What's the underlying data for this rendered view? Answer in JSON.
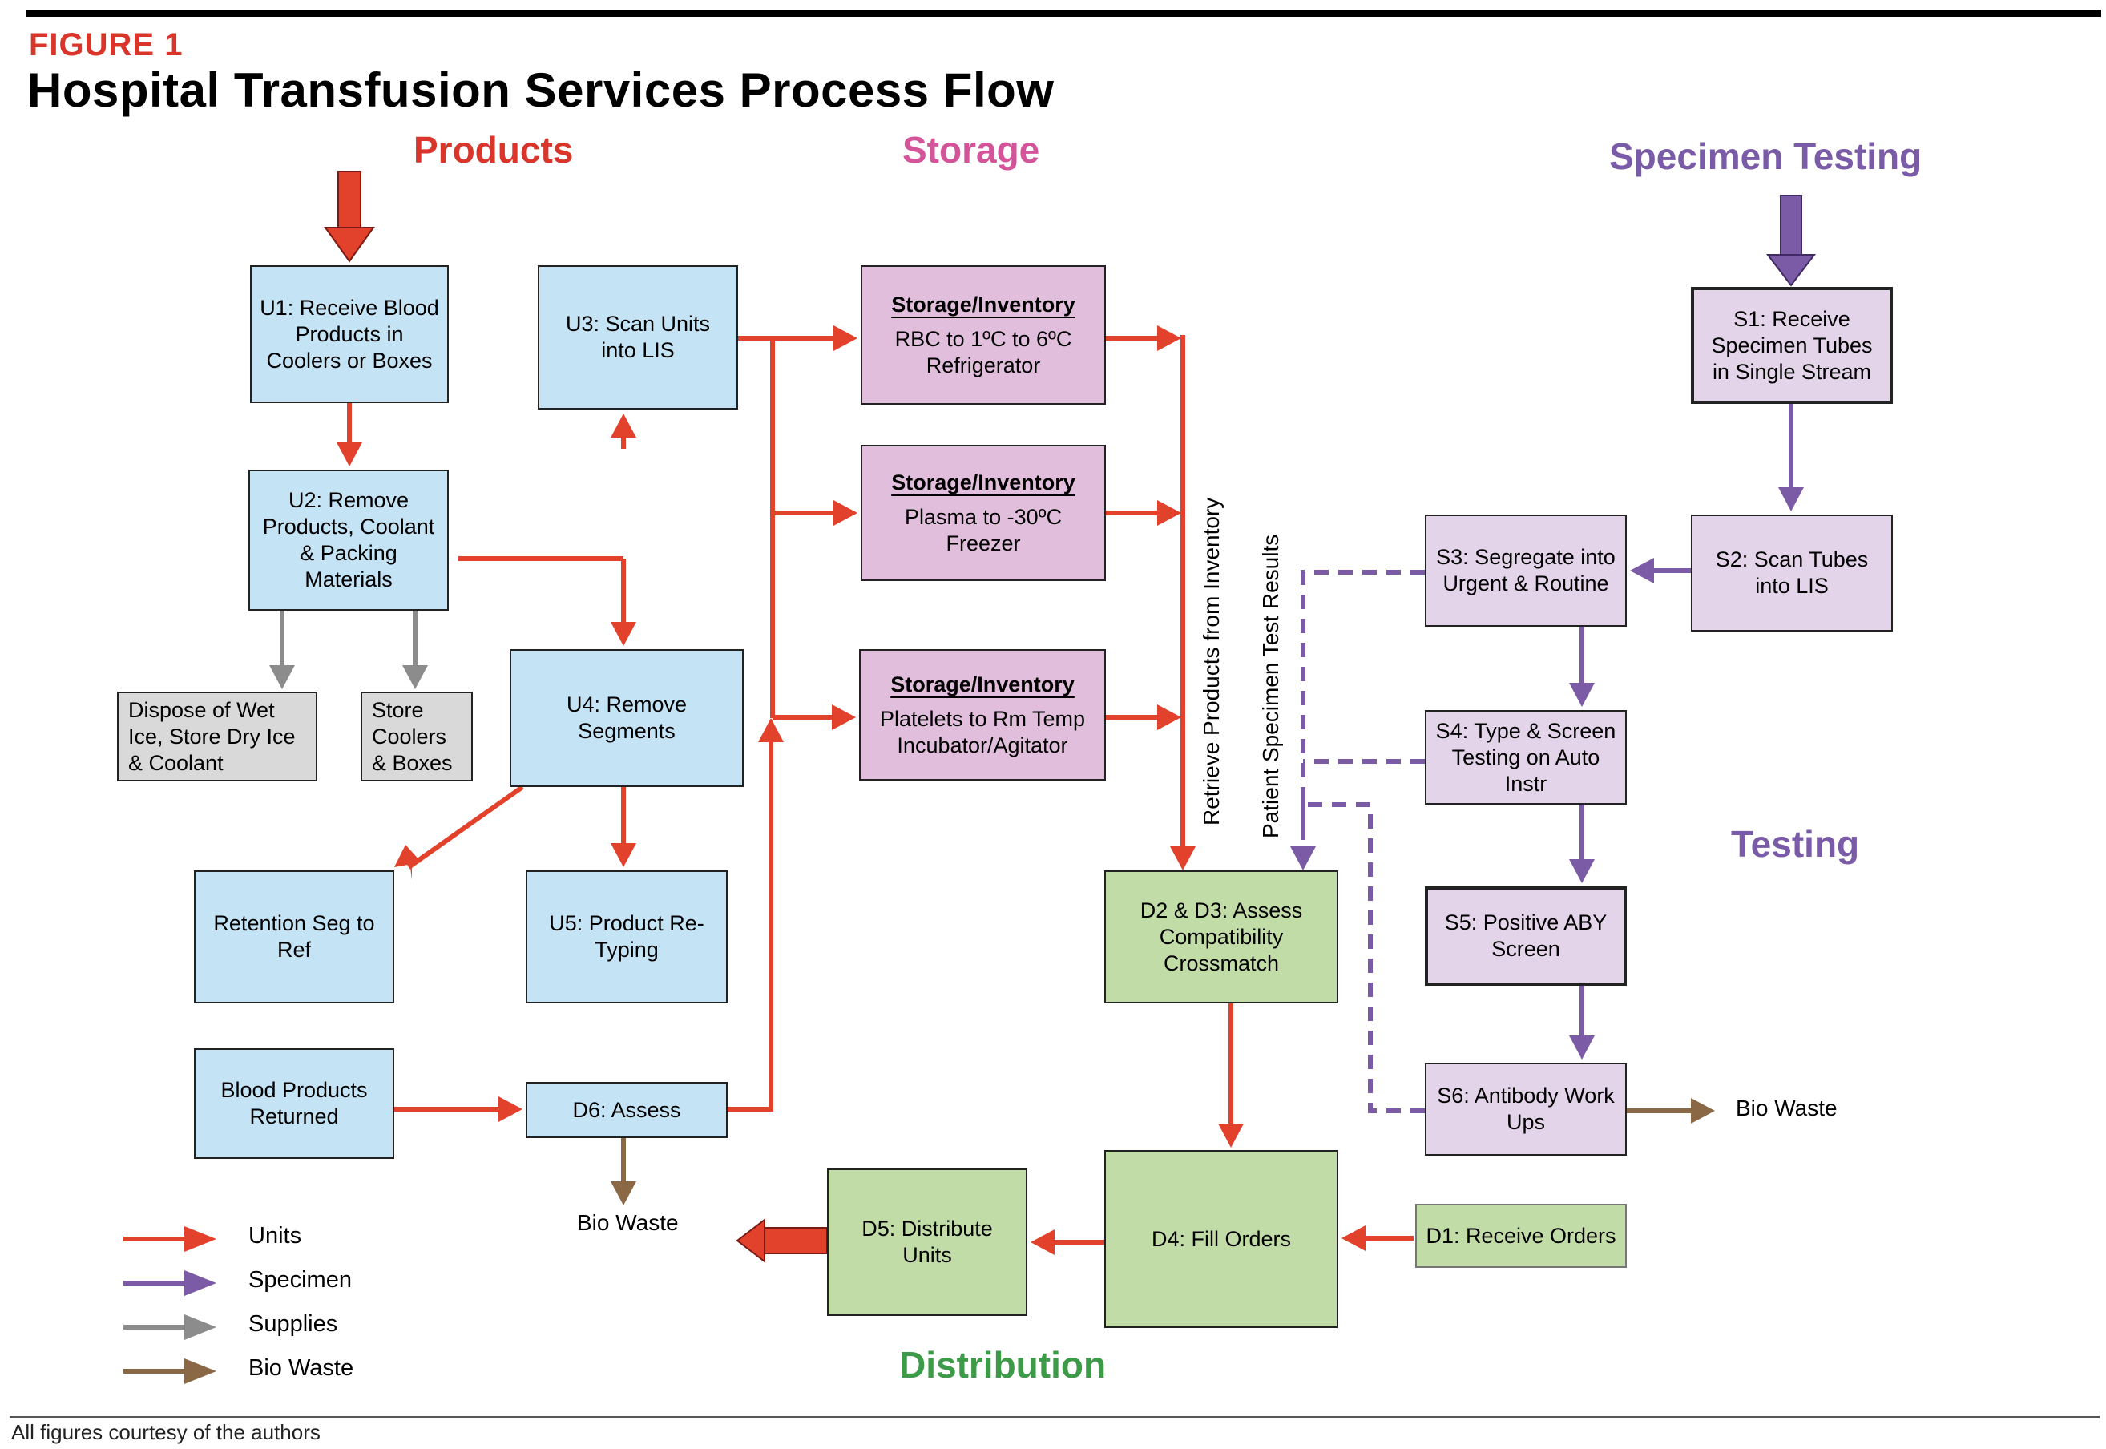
{
  "header": {
    "figure_label": "FIGURE 1",
    "title": "Hospital Transfusion Services Process Flow"
  },
  "sections": {
    "products": "Products",
    "storage": "Storage",
    "specimen_testing": "Specimen Testing",
    "testing": "Testing",
    "distribution": "Distribution"
  },
  "colors": {
    "units": "#e2412c",
    "specimen": "#7b5aa6",
    "supplies": "#8c8c8c",
    "bio_waste": "#8b6845",
    "products_heading": "#d9352a",
    "storage_heading": "#d4549a",
    "specimen_heading": "#7a5ba8",
    "distribution_heading": "#3d9a48"
  },
  "boxes": {
    "u1": "U1: Receive Blood Products in Coolers or Boxes",
    "u2": "U2: Remove Products, Coolant & Packing Materials",
    "u3": "U3: Scan Units into LIS",
    "u4": "U4: Remove Segments",
    "u5": "U5: Product Re-Typing",
    "retention": "Retention Seg to Ref",
    "dispose": "Dispose of Wet Ice, Store Dry Ice & Coolant",
    "store_coolers": "Store Coolers & Boxes",
    "returned": "Blood Products Returned",
    "d6": "D6: Assess",
    "storage_heading": "Storage/Inventory",
    "storage_rbc": "RBC to 1ºC to 6ºC Refrigerator",
    "storage_plasma": "Plasma to -30ºC Freezer",
    "storage_platelets": "Platelets to Rm Temp Incubator/Agitator",
    "d2d3": "D2 & D3: Assess Compatibility Crossmatch",
    "d4": "D4: Fill Orders",
    "d5": "D5: Distribute Units",
    "d1": "D1: Receive Orders",
    "s1": "S1: Receive Specimen Tubes in Single Stream",
    "s2": "S2: Scan Tubes into LIS",
    "s3": "S3: Segregate into Urgent & Routine",
    "s4": "S4: Type & Screen Testing on Auto Instr",
    "s5": "S5: Positive ABY Screen",
    "s6": "S6: Antibody Work Ups"
  },
  "labels": {
    "retrieve": "Retrieve Products from Inventory",
    "patient_results": "Patient Specimen Test Results",
    "bio_waste": "Bio Waste"
  },
  "legend": [
    {
      "label": "Units",
      "color": "#e2412c"
    },
    {
      "label": "Specimen",
      "color": "#7b5aa6"
    },
    {
      "label": "Supplies",
      "color": "#8c8c8c"
    },
    {
      "label": "Bio Waste",
      "color": "#8b6845"
    }
  ],
  "footer": {
    "credit": "All figures courtesy of the authors"
  }
}
